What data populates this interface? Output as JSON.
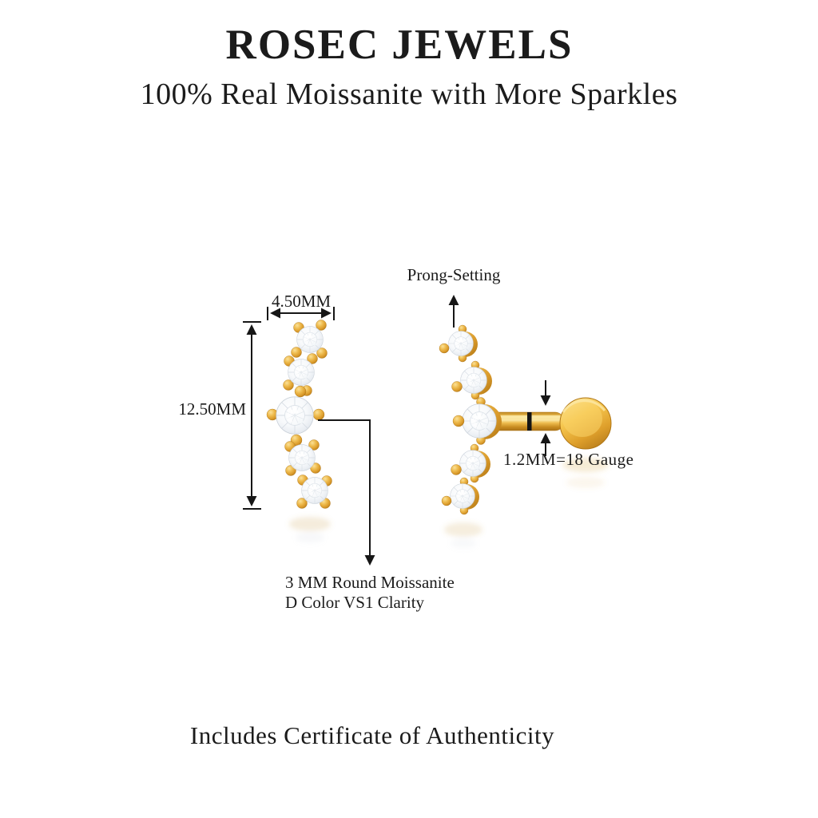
{
  "header": {
    "brand": "ROSEC JEWELS",
    "tagline": "100% Real Moissanite with More Sparkles"
  },
  "annotations": {
    "width_label": "4.50MM",
    "height_label": "12.50MM",
    "prong_label": "Prong-Setting",
    "gauge_label": "1.2MM=18 Gauge",
    "stone_note_line1": "3 MM Round Moissanite",
    "stone_note_line2": "D Color VS1 Clarity"
  },
  "footer": {
    "note": "Includes Certificate of Authenticity"
  },
  "icons": {
    "width_dimension_arrow": "double-headed-horizontal-arrow",
    "height_dimension_arrow": "double-headed-vertical-arrow",
    "prong_pointer": "up-arrow",
    "gauge_pointers": "vertical-arrows-toward-post",
    "stone_pointer": "elbow-down-arrow"
  },
  "colors": {
    "gold": "#E3A63A",
    "gold_light": "#FBE299",
    "gold_dark": "#B07614",
    "stone_white": "#F6F8FA",
    "text": "#1B1B1B",
    "background": "#FFFFFF"
  }
}
